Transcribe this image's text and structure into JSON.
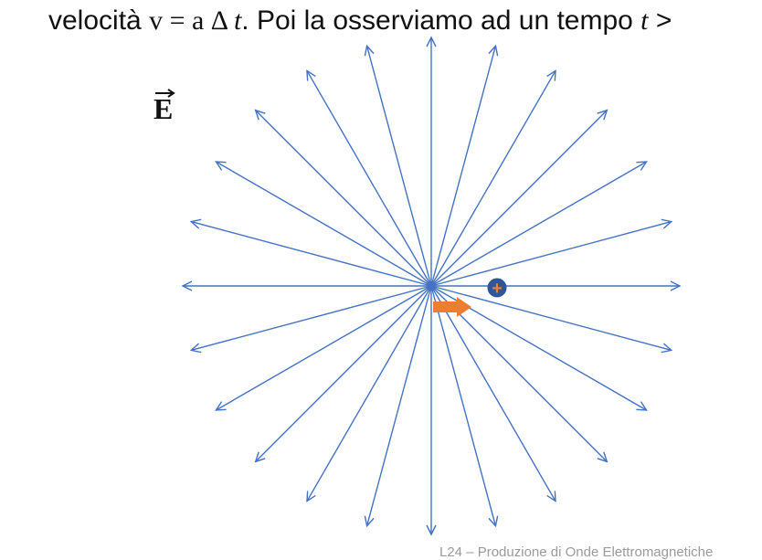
{
  "header": {
    "text_prefix": "velocità ",
    "math_v": "v",
    "math_eq": " = a Δ ",
    "math_t": "t",
    "text_middle": ". Poi la osserviamo ad un tempo ",
    "math_t2": "t",
    "text_suffix": " >"
  },
  "field_label": "E",
  "charge_symbol": "+",
  "footer": "L24 – Produzione di Onde Elettromagnetiche",
  "colors": {
    "field_lines": "#4472c4",
    "velocity_arrow": "#ed7d31",
    "charge_fill": "#2f5597",
    "charge_sign": "#ed7d31"
  },
  "field_line_count": 24
}
